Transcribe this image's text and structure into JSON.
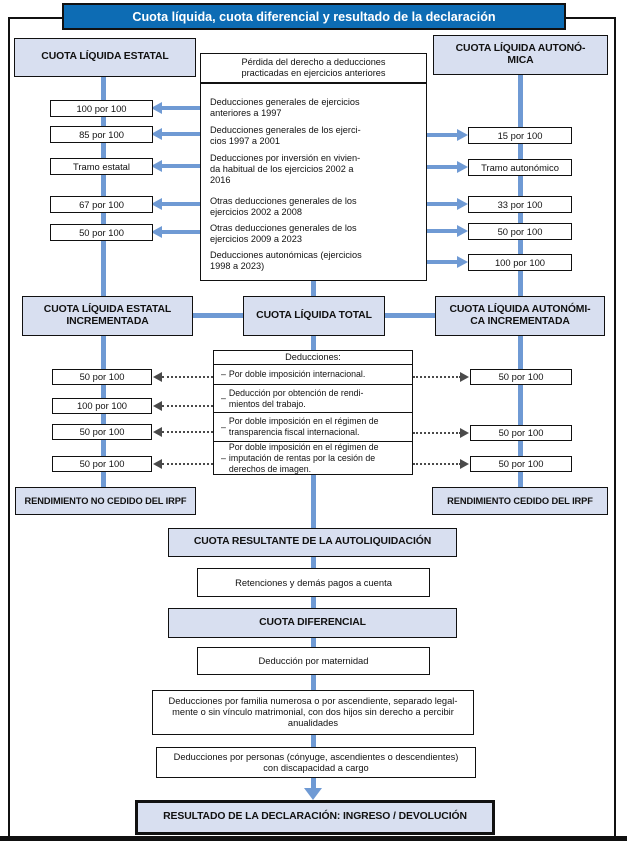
{
  "colors": {
    "banner_blue": "#0d6cb4",
    "box_fill": "#d8dff0",
    "connector_blue": "#6f9ad4",
    "dotted_gray": "#4a4a4a",
    "border_black": "#111111"
  },
  "title": "Cuota líquida, cuota diferencial y resultado de la declaración",
  "top": {
    "left_header": "CUOTA LÍQUIDA ESTATAL",
    "right_header": "CUOTA LÍQUIDA AUTONÓ-\nMICA",
    "loss_box": {
      "header": "Pérdida del derecho a deducciones\npracticadas en ejercicios anteriores",
      "items": [
        "Deducciones generales de ejercicios\nanteriores a 1997",
        "Deducciones generales de los ejerci-\ncios 1997 a 2001",
        "Deducciones por inversión en vivien-\nda habitual de los ejercicios 2002 a\n2016",
        "Otras deducciones generales de los\nejercicios 2002 a 2008",
        "Otras deducciones generales de los\nejercicios 2009 a 2023",
        "Deducciones autonómicas (ejercicios\n1998 a 2023)"
      ]
    },
    "left_boxes": [
      "100 por 100",
      "85 por 100",
      "Tramo estatal",
      "67 por 100",
      "50 por 100"
    ],
    "right_boxes": [
      "15 por 100",
      "Tramo autonómico",
      "33 por 100",
      "50 por 100",
      "100 por 100"
    ]
  },
  "middle": {
    "left_header": "CUOTA LÍQUIDA ESTATAL\nINCREMENTADA",
    "center_header": "CUOTA LÍQUIDA TOTAL",
    "right_header": "CUOTA LÍQUIDA AUTONÓMI-\nCA INCREMENTADA",
    "deductions": {
      "header": "Deducciones:",
      "dash": "–",
      "items": [
        "Por doble imposición internacional.",
        "Deducción por obtención de rendi-\nmientos del trabajo.",
        "Por doble imposición en el régimen de\ntransparencia fiscal internacional.",
        "Por doble imposición en el régimen de\nimputación de rentas por la cesión de\nderechos de imagen."
      ]
    },
    "left_boxes": [
      "50 por 100",
      "100 por 100",
      "50 por 100",
      "50 por 100"
    ],
    "right_boxes": [
      "50 por 100",
      "50 por 100",
      "50 por 100"
    ],
    "left_footer": "RENDIMIENTO NO CEDIDO DEL IRPF",
    "right_footer": "RENDIMIENTO CEDIDO DEL IRPF"
  },
  "bottom": {
    "autoliquidacion": "CUOTA RESULTANTE DE LA AUTOLIQUIDACIÓN",
    "retenciones": "Retenciones y demás pagos a cuenta",
    "diferencial": "CUOTA DIFERENCIAL",
    "maternidad": "Deducción por maternidad",
    "familia": "Deducciones por familia numerosa o por ascendiente, separado legal-\nmente o sin vínculo matrimonial, con dos hijos sin derecho a percibir\nanualidades",
    "personas": "Deducciones por personas (cónyuge, ascendientes o descendientes)\ncon discapacidad a cargo",
    "resultado": "RESULTADO DE LA DECLARACIÓN: INGRESO / DEVOLUCIÓN"
  }
}
